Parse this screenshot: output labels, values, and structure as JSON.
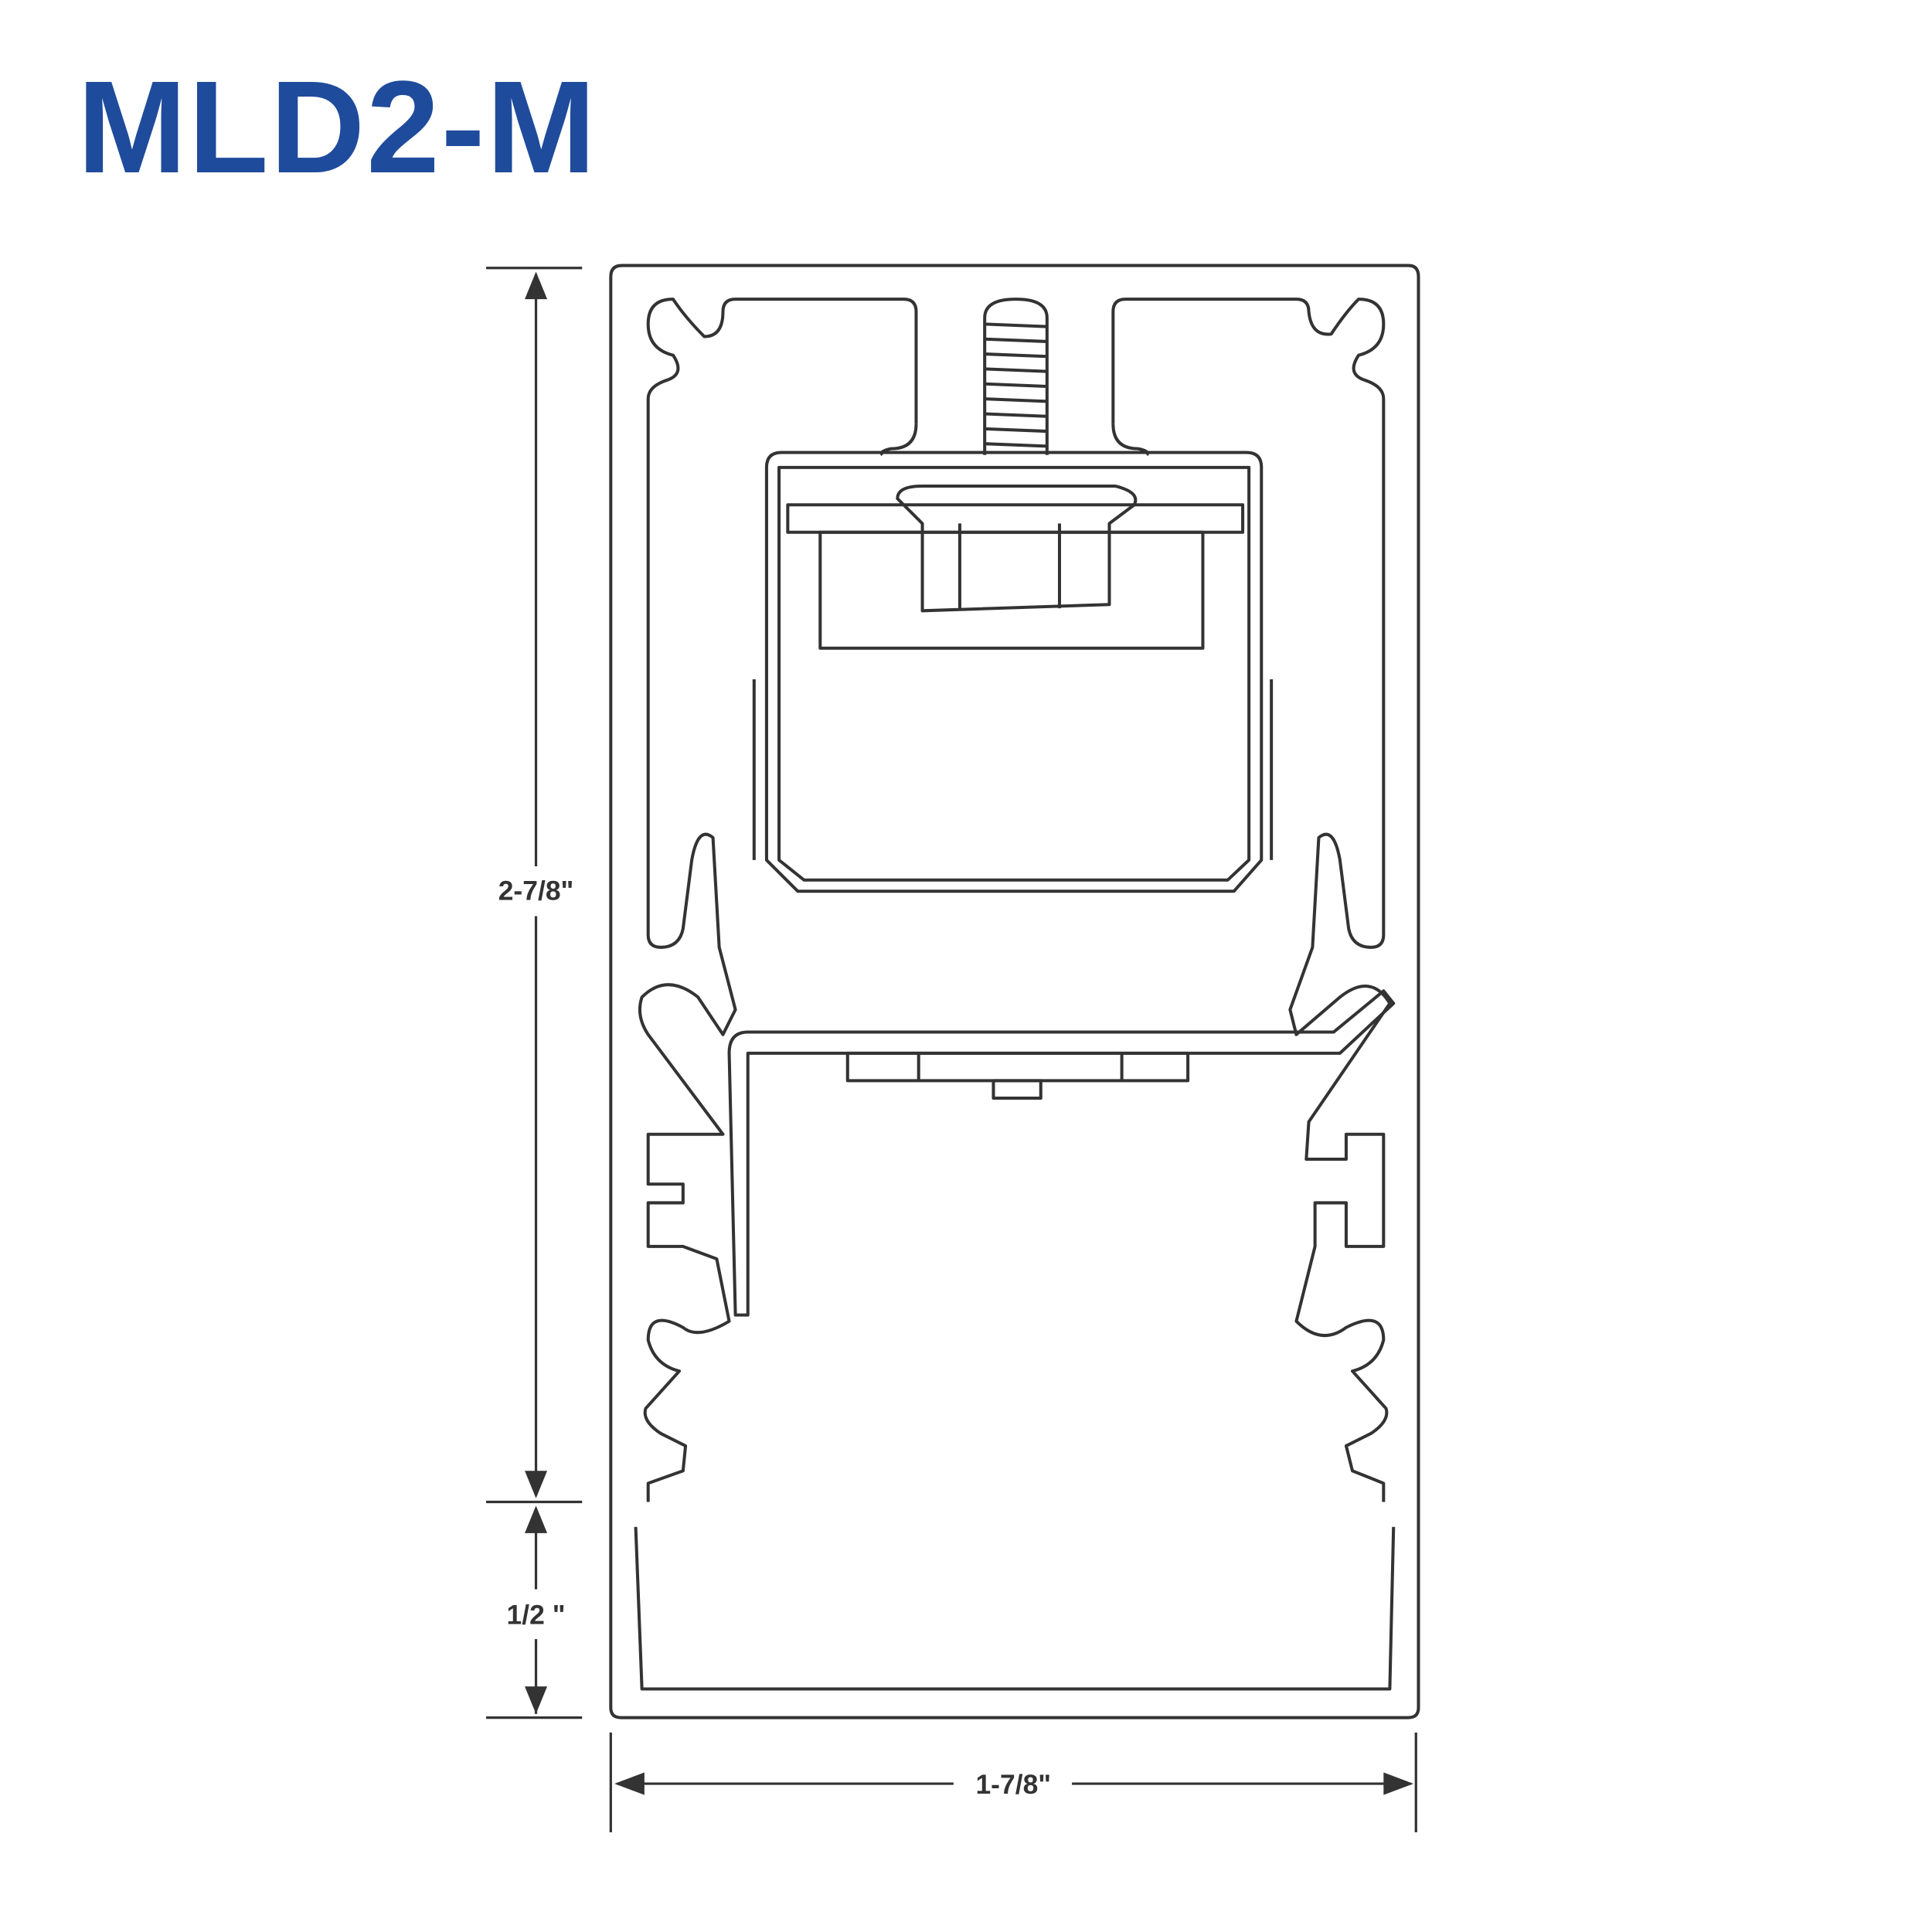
{
  "title": "MLD2-M",
  "accent_color": "#1f4b9c",
  "dimensions": {
    "height_main": "2-7/8\"",
    "height_lens": "1/2 \"",
    "width": "1-7/8\""
  }
}
